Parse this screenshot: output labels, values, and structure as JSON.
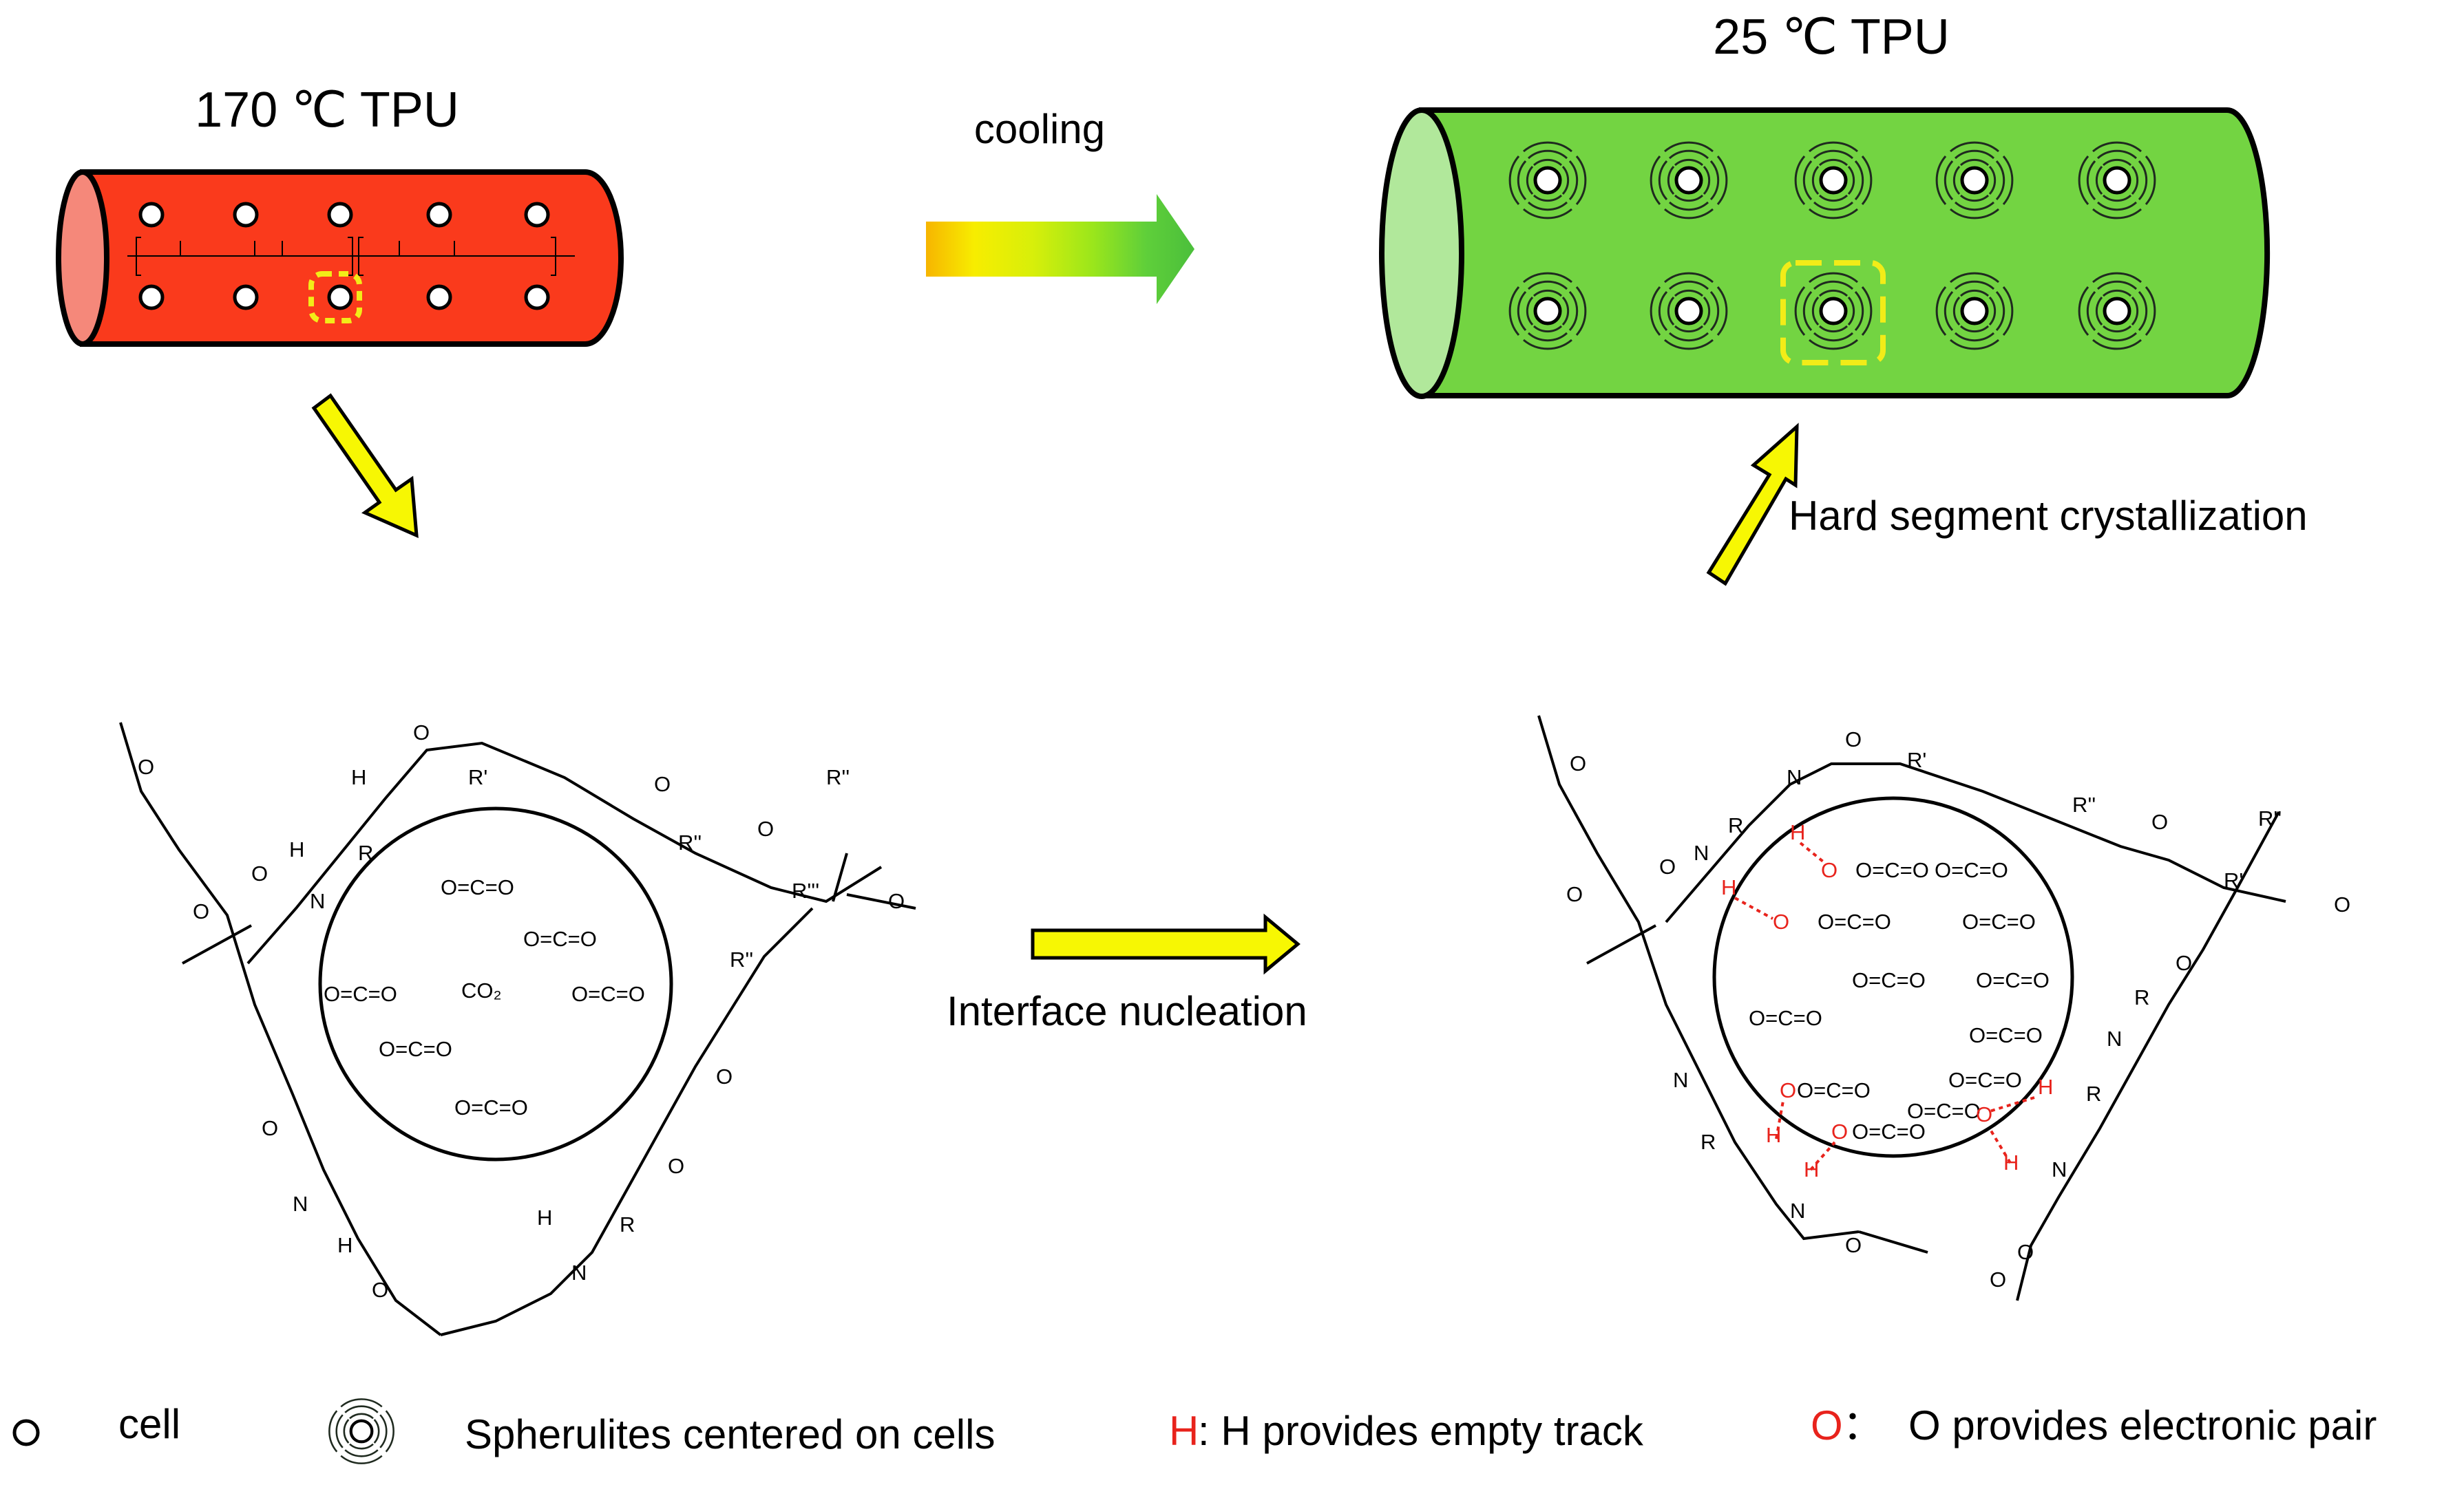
{
  "title_hot": "170 ℃ TPU",
  "title_cold": "25 ℃ TPU",
  "label_cooling": "cooling",
  "label_hard_segment": "Hard segment crystallization",
  "label_interface": "Interface nucleation",
  "co2_label": "CO₂",
  "oco": "O=C=O",
  "legend": {
    "cell": "cell",
    "spherulite": "Spherulites centered on cells",
    "h_symbol": "H",
    "h_text": ": H provides empty track",
    "o_symbol": "O",
    "o_sep": "：",
    "o_text": "O provides electronic pair"
  },
  "colors": {
    "hot_tube": "#fa3a1c",
    "hot_cap": "#f5887a",
    "cold_tube": "#73d442",
    "cold_cap": "#b1e89b",
    "arrow_yellow": "#f7f703",
    "bond_red": "#e8231c"
  }
}
